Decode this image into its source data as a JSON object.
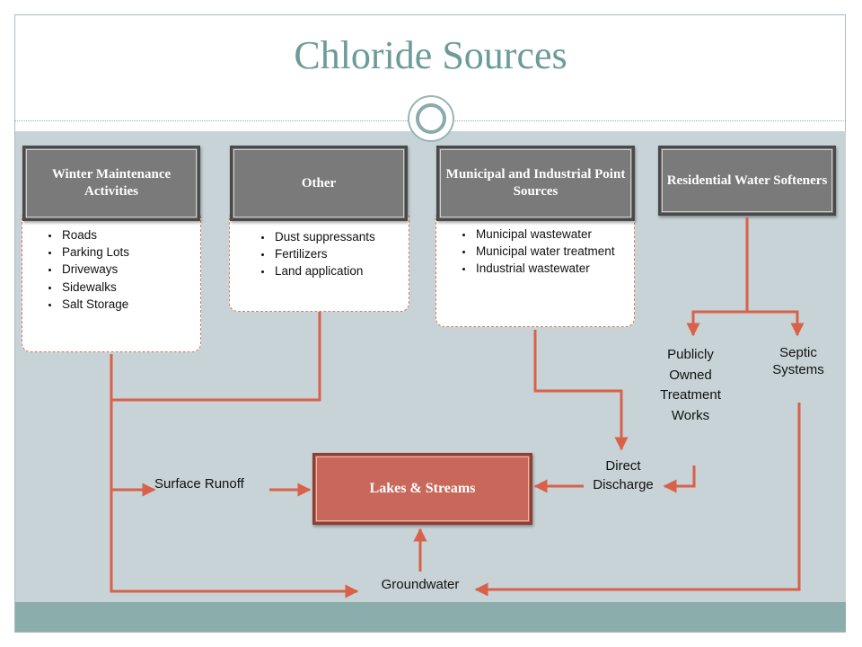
{
  "title": "Chloride Sources",
  "accent_color": "#d9614a",
  "sources": [
    {
      "label": "Winter  Maintenance Activities",
      "items": [
        "Roads",
        "Parking Lots",
        "Driveways",
        "Sidewalks",
        "Salt Storage"
      ]
    },
    {
      "label": "Other",
      "items": [
        "Dust suppressants",
        "Fertilizers",
        "Land application"
      ]
    },
    {
      "label": "Municipal and Industrial Point Sources",
      "items": [
        "Municipal wastewater",
        "Municipal water treatment",
        "Industrial wastewater"
      ]
    },
    {
      "label": "Residential Water Softeners",
      "items": []
    }
  ],
  "labels": {
    "potw": "Publicly Owned Treatment Works",
    "septic": "Septic Systems",
    "direct_discharge": "Direct Discharge",
    "surface_runoff": "Surface Runoff",
    "lakes_streams": "Lakes & Streams",
    "groundwater": "Groundwater"
  }
}
